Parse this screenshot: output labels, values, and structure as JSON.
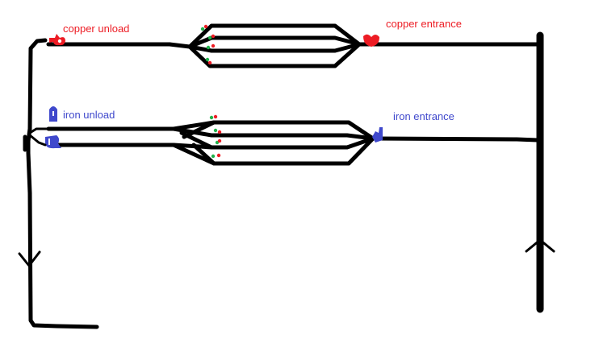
{
  "diagram": {
    "type": "train-station-layout-sketch",
    "colors": {
      "track": "#000000",
      "copper": "#ed1c24",
      "iron": "#3f48cc",
      "signal_green": "#22b14c",
      "signal_red": "#ed1c24",
      "background": "#ffffff"
    },
    "labels": {
      "copper_unload": "copper unload",
      "copper_entrance": "copper entrance",
      "iron_unload": "iron unload",
      "iron_entrance": "iron entrance"
    },
    "stations": [
      {
        "id": "copper",
        "resource": "copper",
        "parallel_tracks": 4,
        "signals_per_track": [
          "green",
          "red"
        ]
      },
      {
        "id": "iron",
        "resource": "iron",
        "parallel_tracks": 4,
        "signals_per_track": [
          "green",
          "red"
        ]
      }
    ],
    "flow": {
      "main_line_right": "up",
      "main_line_left": "down"
    }
  }
}
